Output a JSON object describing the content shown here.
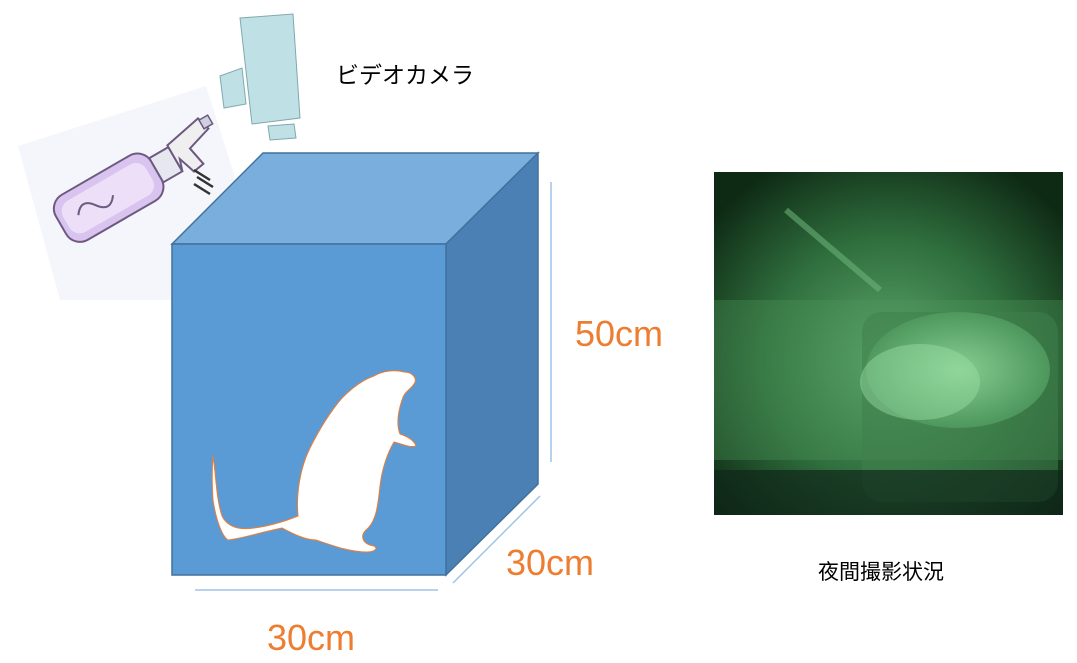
{
  "labels": {
    "camera": "ビデオカメラ",
    "night": "夜間撮影状況"
  },
  "dimensions": {
    "height": "50cm",
    "depth": "30cm",
    "width": "30cm"
  },
  "colors": {
    "box_front": "#5b9bd5",
    "box_top": "#7aaedc",
    "box_side": "#4a80b4",
    "box_edge": "#41719c",
    "dimension_text": "#ed7d31",
    "dimension_line": "#9dc3e6",
    "camera": "#bfe1e6",
    "night_vision": "#2e7d3e"
  },
  "icons": [
    "spray-bottle-icon",
    "video-camera-icon",
    "rat-silhouette-icon"
  ]
}
